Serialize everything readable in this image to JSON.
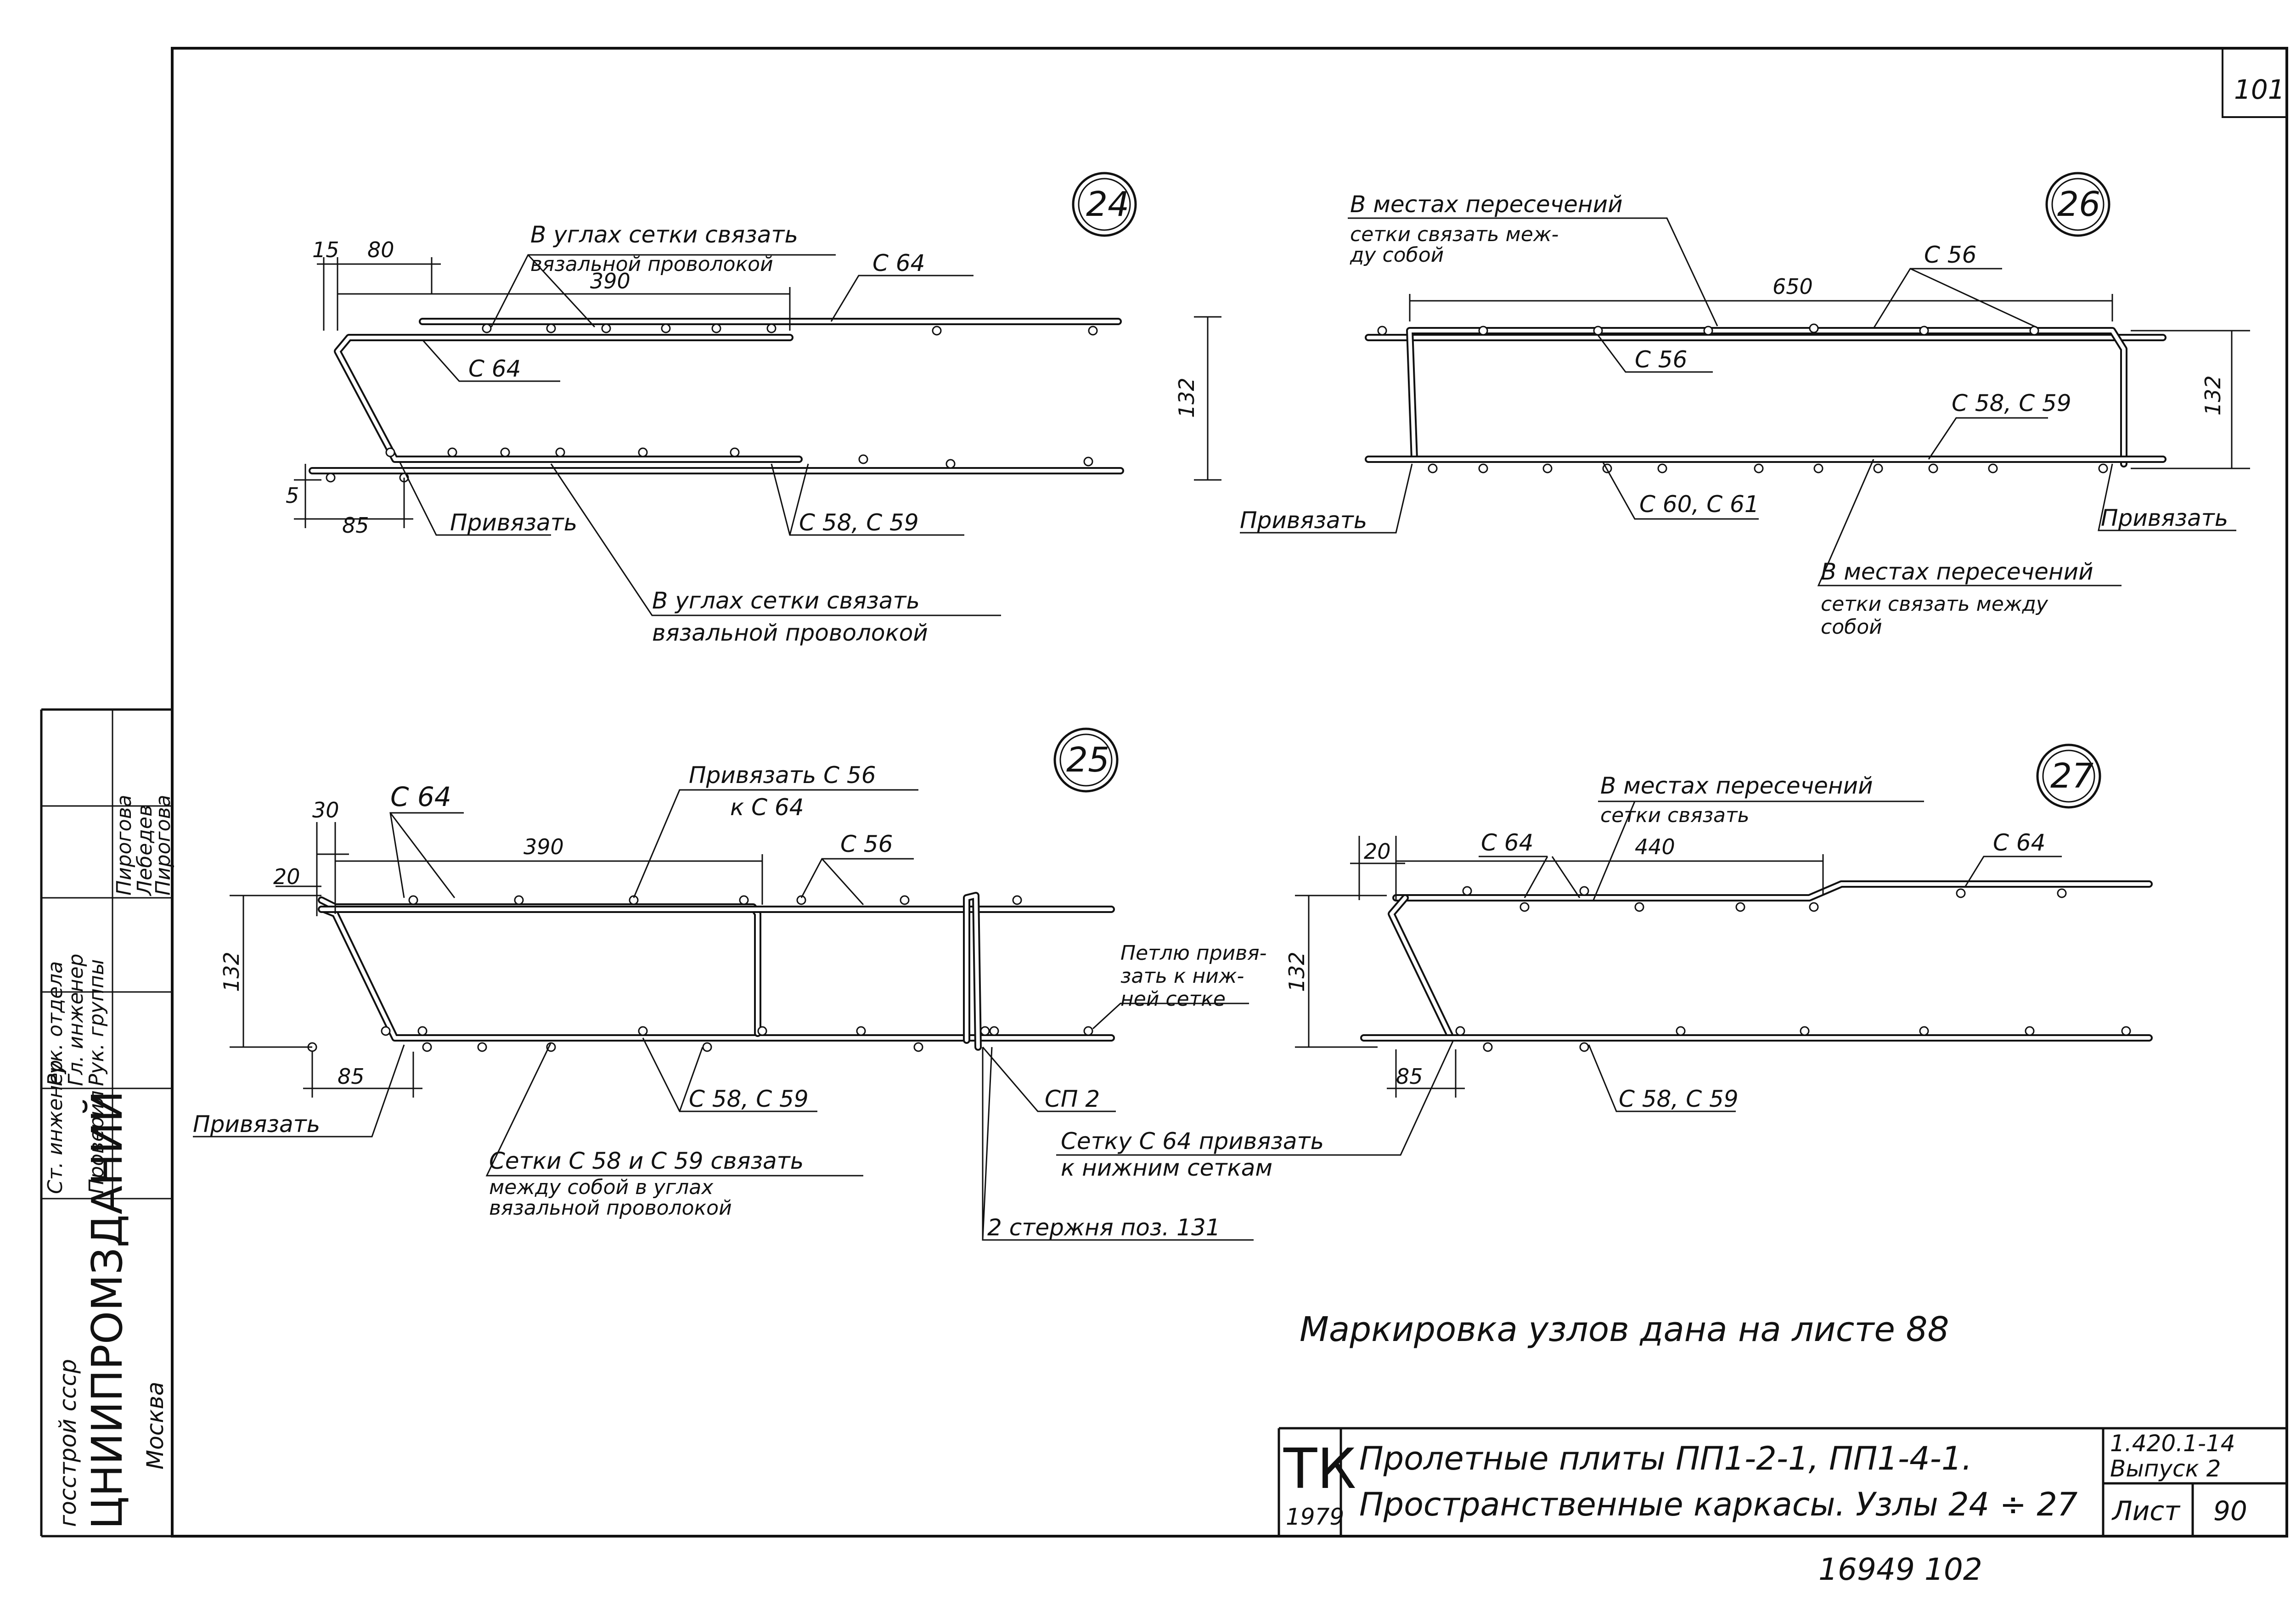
{
  "sheet_corner_number": "101",
  "node_24": {
    "number": "24",
    "note_top": [
      "В углах сетки связать",
      "вязальной проволокой"
    ],
    "label_c64_a": "С 64",
    "label_c64_b": "С 64",
    "label_c58": "С 58, С 59",
    "tie": "Привязать",
    "note_bottom": [
      "В углах сетки связать",
      "вязальной проволокой"
    ],
    "dim_15": "15",
    "dim_80": "80",
    "dim_390": "390",
    "dim_132": "132",
    "dim_5": "5",
    "dim_85": "85"
  },
  "node_26": {
    "number": "26",
    "note_top": [
      "В местах пересечений",
      "сетки связать меж-",
      "ду собой"
    ],
    "label_c56_a": "С 56",
    "label_c56_b": "С 56",
    "label_c58": "С 58, С 59",
    "label_c60": "С 60, С 61",
    "tie_left": "Привязать",
    "tie_right": "Привязать",
    "note_bottom": [
      "В местах пересечений",
      "сетки связать между",
      "собой"
    ],
    "dim_650": "650",
    "dim_132": "132"
  },
  "node_25": {
    "number": "25",
    "label_c64": "С 64",
    "note_tie": [
      "Привязать С 56",
      "к С 64"
    ],
    "label_c56": "С 56",
    "loop_note": [
      "Петлю привя-",
      "зать к ниж-",
      "ней сетке"
    ],
    "label_sp2": "СП 2",
    "label_c58": "С 58, С 59",
    "tie": "Привязать",
    "note_bottom": [
      "Сетки С 58 и С 59 связать",
      "между собой в углах",
      "вязальной проволокой"
    ],
    "rods_note": "2 стержня поз. 131",
    "dim_30": "30",
    "dim_20": "20",
    "dim_390": "390",
    "dim_132": "132",
    "dim_85": "85"
  },
  "node_27": {
    "number": "27",
    "note_top": [
      "В местах пересечений",
      "сетки связать"
    ],
    "label_c64_a": "С 64",
    "label_c64_b": "С 64",
    "label_c58": "С 58, С 59",
    "note_bottom": [
      "Сетку С 64 привязать",
      "к нижним сеткам"
    ],
    "dim_20": "20",
    "dim_440": "440",
    "dim_132": "132",
    "dim_85": "85"
  },
  "marking_note": "Маркировка узлов дана на листе 88",
  "side_stamp": {
    "org_line1": "госстрой ссср",
    "org_line2": "ЦНИИПРОМЗДАНИЙ",
    "org_line3": "Москва",
    "rows": [
      {
        "role": "Рук. отдела",
        "name": "Пирогова"
      },
      {
        "role": "Гл. инженер",
        "name": "Лебедев"
      },
      {
        "role": "Рук. группы",
        "name": "Пирогова"
      },
      {
        "role": "Ст. инженер",
        "name": ""
      },
      {
        "role": "Проверил",
        "name": ""
      }
    ]
  },
  "title_block": {
    "mark": "ТК",
    "year": "1979",
    "line1": "Пролетные плиты ПП1-2-1, ПП1-4-1.",
    "line2": "Пространственные каркасы. Узлы 24 ÷ 27",
    "series": "1.420.1-14",
    "issue": "Выпуск 2",
    "sheet_label": "Лист",
    "sheet_no": "90"
  },
  "footer_numbers": "16949 102"
}
